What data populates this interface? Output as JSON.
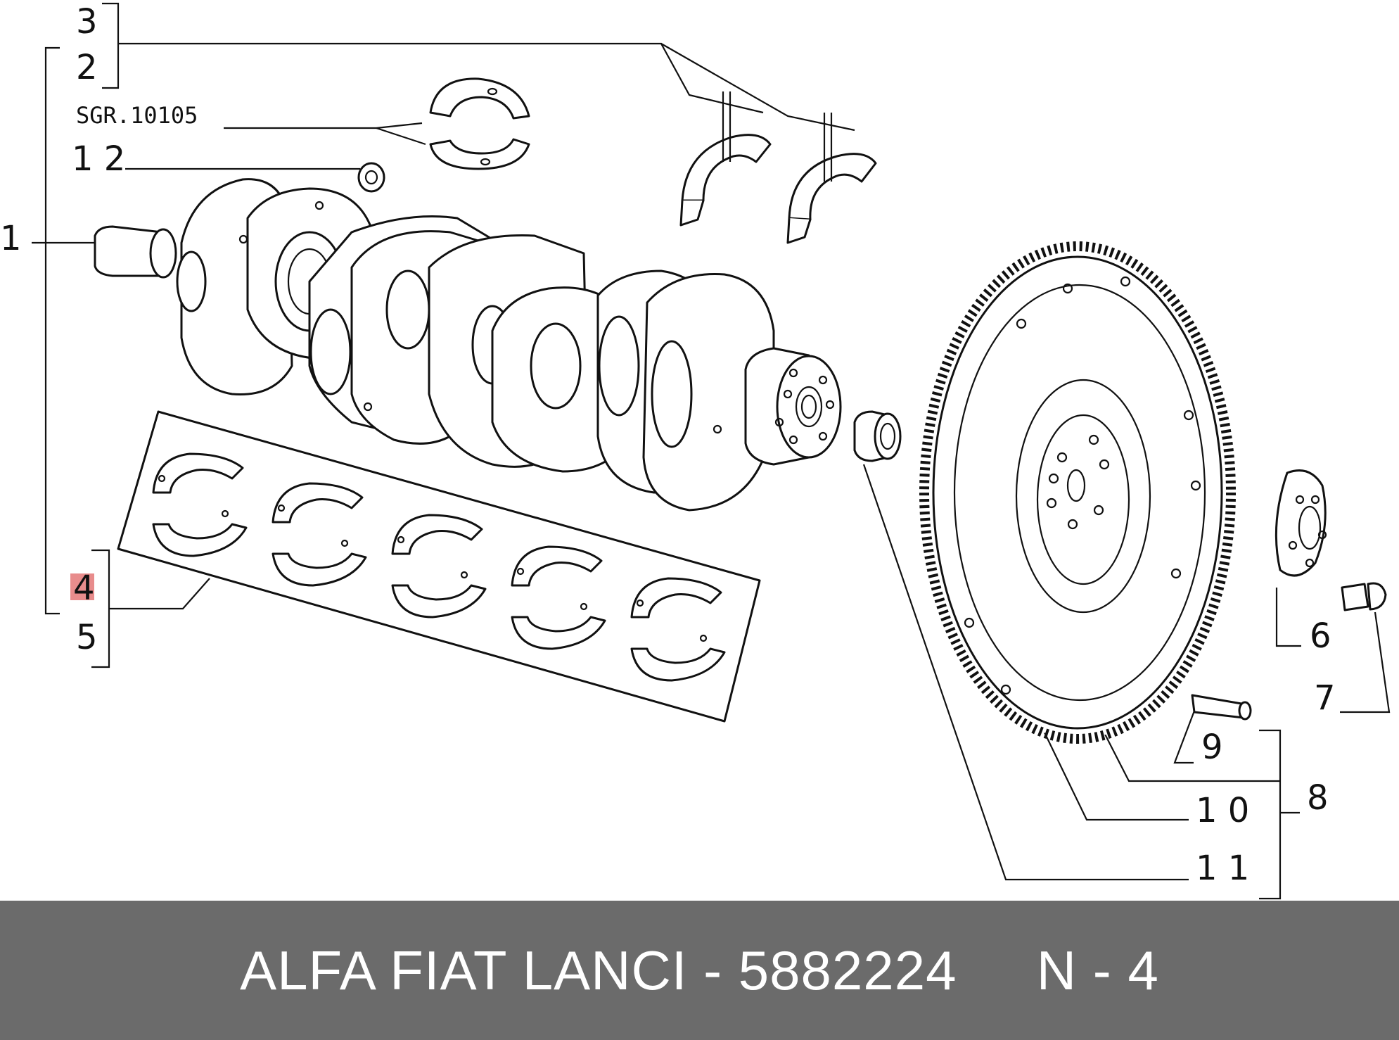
{
  "callouts": {
    "c1": "1",
    "c2": "2",
    "c3": "3",
    "c4": "4",
    "c5": "5",
    "c6": "6",
    "c7": "7",
    "c8": "8",
    "c9": "9",
    "c10": "1 0",
    "c11": "1 1",
    "c12": "1 2",
    "sgr": "SGR.10105"
  },
  "highlight_color": "#e88c8c",
  "footer": {
    "text": "ALFA FIAT LANCI - 5882224     N - 4",
    "background": "#6b6b6b",
    "color": "#ffffff"
  }
}
